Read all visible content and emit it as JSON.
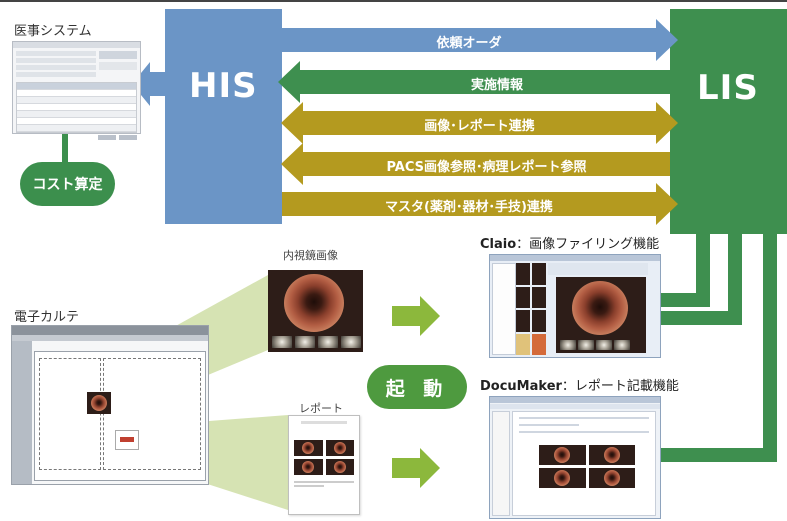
{
  "systems": {
    "his": "HIS",
    "lis": "LIS",
    "iji_system": "医事システム",
    "cost_calc": "コスト算定"
  },
  "flows": [
    {
      "label": "依頼オーダ",
      "direction": "right",
      "color": "#6b95c6"
    },
    {
      "label": "実施情報",
      "direction": "left",
      "color": "#3e8f4f"
    },
    {
      "label": "画像･レポート連携",
      "direction": "both",
      "color": "#b49a1f"
    },
    {
      "label": "PACS画像参照･病理レポート参照",
      "direction": "left",
      "color": "#b49a1f"
    },
    {
      "label": "マスタ(薬剤･器材･手技)連携",
      "direction": "right",
      "color": "#b49a1f"
    }
  ],
  "lower": {
    "emr": "電子カルテ",
    "endoscope_image": "内視鏡画像",
    "report": "レポート",
    "launch": "起 動",
    "claio_name": "Claio",
    "claio_desc": "：画像ファイリング機能",
    "documaker_name": "DocuMaker",
    "documaker_desc": "：レポート記載機能"
  },
  "colors": {
    "his_blue": "#6b95c6",
    "lis_green": "#3e8f4f",
    "gold": "#b49a1f",
    "light_green_arrow": "#8cb83c",
    "pale_green_fan": "#d6e3b3"
  }
}
